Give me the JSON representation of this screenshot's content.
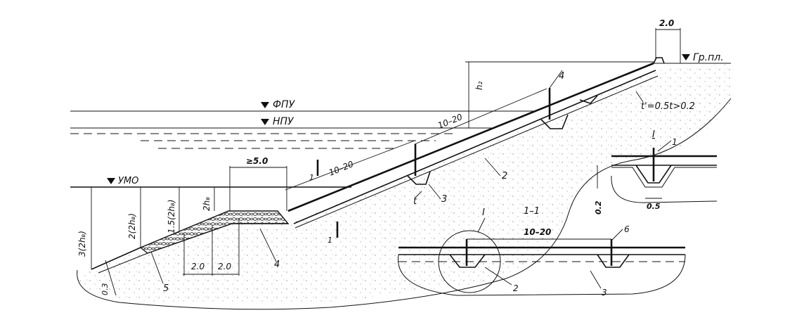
{
  "levels": {
    "fpu": "ФПУ",
    "npu": "НПУ",
    "umo": "УМО",
    "ground": "Гр.пл."
  },
  "dimensions": {
    "crest_width": "2.0",
    "h2": "h₂",
    "min_berm": "≥5.0",
    "spacing_upper": "10–20",
    "spacing_lower": "10–20",
    "two_hb": "2h",
    "depth_3hb": "3(2h",
    "depth_2hb": "2(2h",
    "depth_15hb": "1.5(2h",
    "hb_sub": "в",
    "hb_close": ")",
    "d20a": "2.0",
    "d20b": "2.0",
    "d03": "0.3",
    "t_formula": "t'=0.5t>0.2",
    "t_label": "t",
    "section_mark_1": "1",
    "section_mark_2": "1",
    "detail_d02": "0.2",
    "detail_d05": "0.5",
    "section_title": "1–1",
    "detail_spacing": "10–20"
  },
  "callouts": {
    "c1": "1",
    "c2": "2",
    "c3": "3",
    "c4a": "4",
    "c4b": "4",
    "c5": "5",
    "c6": "6",
    "d_c1": "1",
    "d_c2": "2",
    "d_c3": "3",
    "d_I_top": "I",
    "d_I_left": "I"
  },
  "colors": {
    "line": "#111111",
    "background": "#ffffff"
  }
}
